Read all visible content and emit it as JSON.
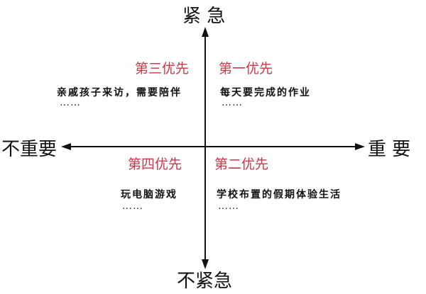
{
  "axes": {
    "top": "紧 急",
    "bottom": "不紧急",
    "left": "不重要",
    "right": "重 要"
  },
  "quadrants": {
    "q1": {
      "label": "第一优先",
      "task": "每天要完成的作业",
      "more": "……"
    },
    "q2": {
      "label": "第二优先",
      "task": "学校布置的假期体验生活",
      "more": "……"
    },
    "q3": {
      "label": "第三优先",
      "task": "亲戚孩子来访，需要陪伴",
      "more": "……"
    },
    "q4": {
      "label": "第四优先",
      "task": "玩电脑游戏",
      "more": "……"
    }
  },
  "colors": {
    "accent": "#c8374a",
    "axis": "#111111"
  }
}
